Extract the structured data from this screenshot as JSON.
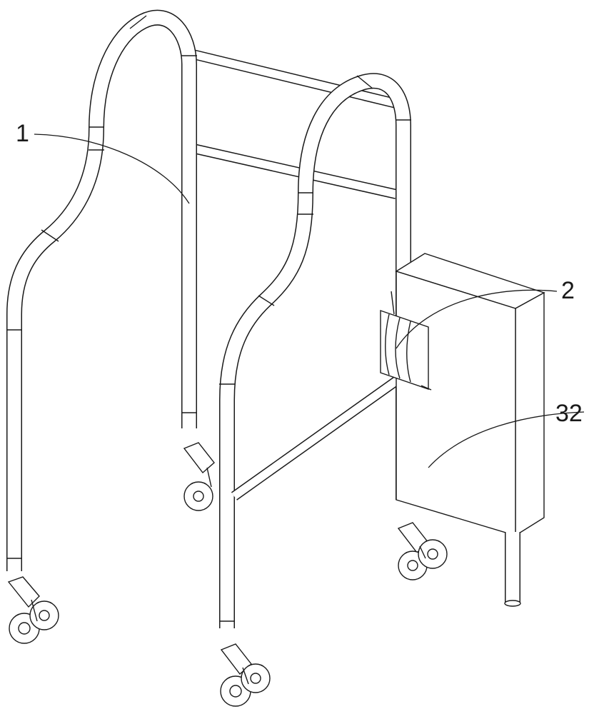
{
  "labels": {
    "frame": "1",
    "holder": "2",
    "box": "32"
  },
  "colors": {
    "line": "#1a1a1a",
    "background": "#ffffff"
  }
}
